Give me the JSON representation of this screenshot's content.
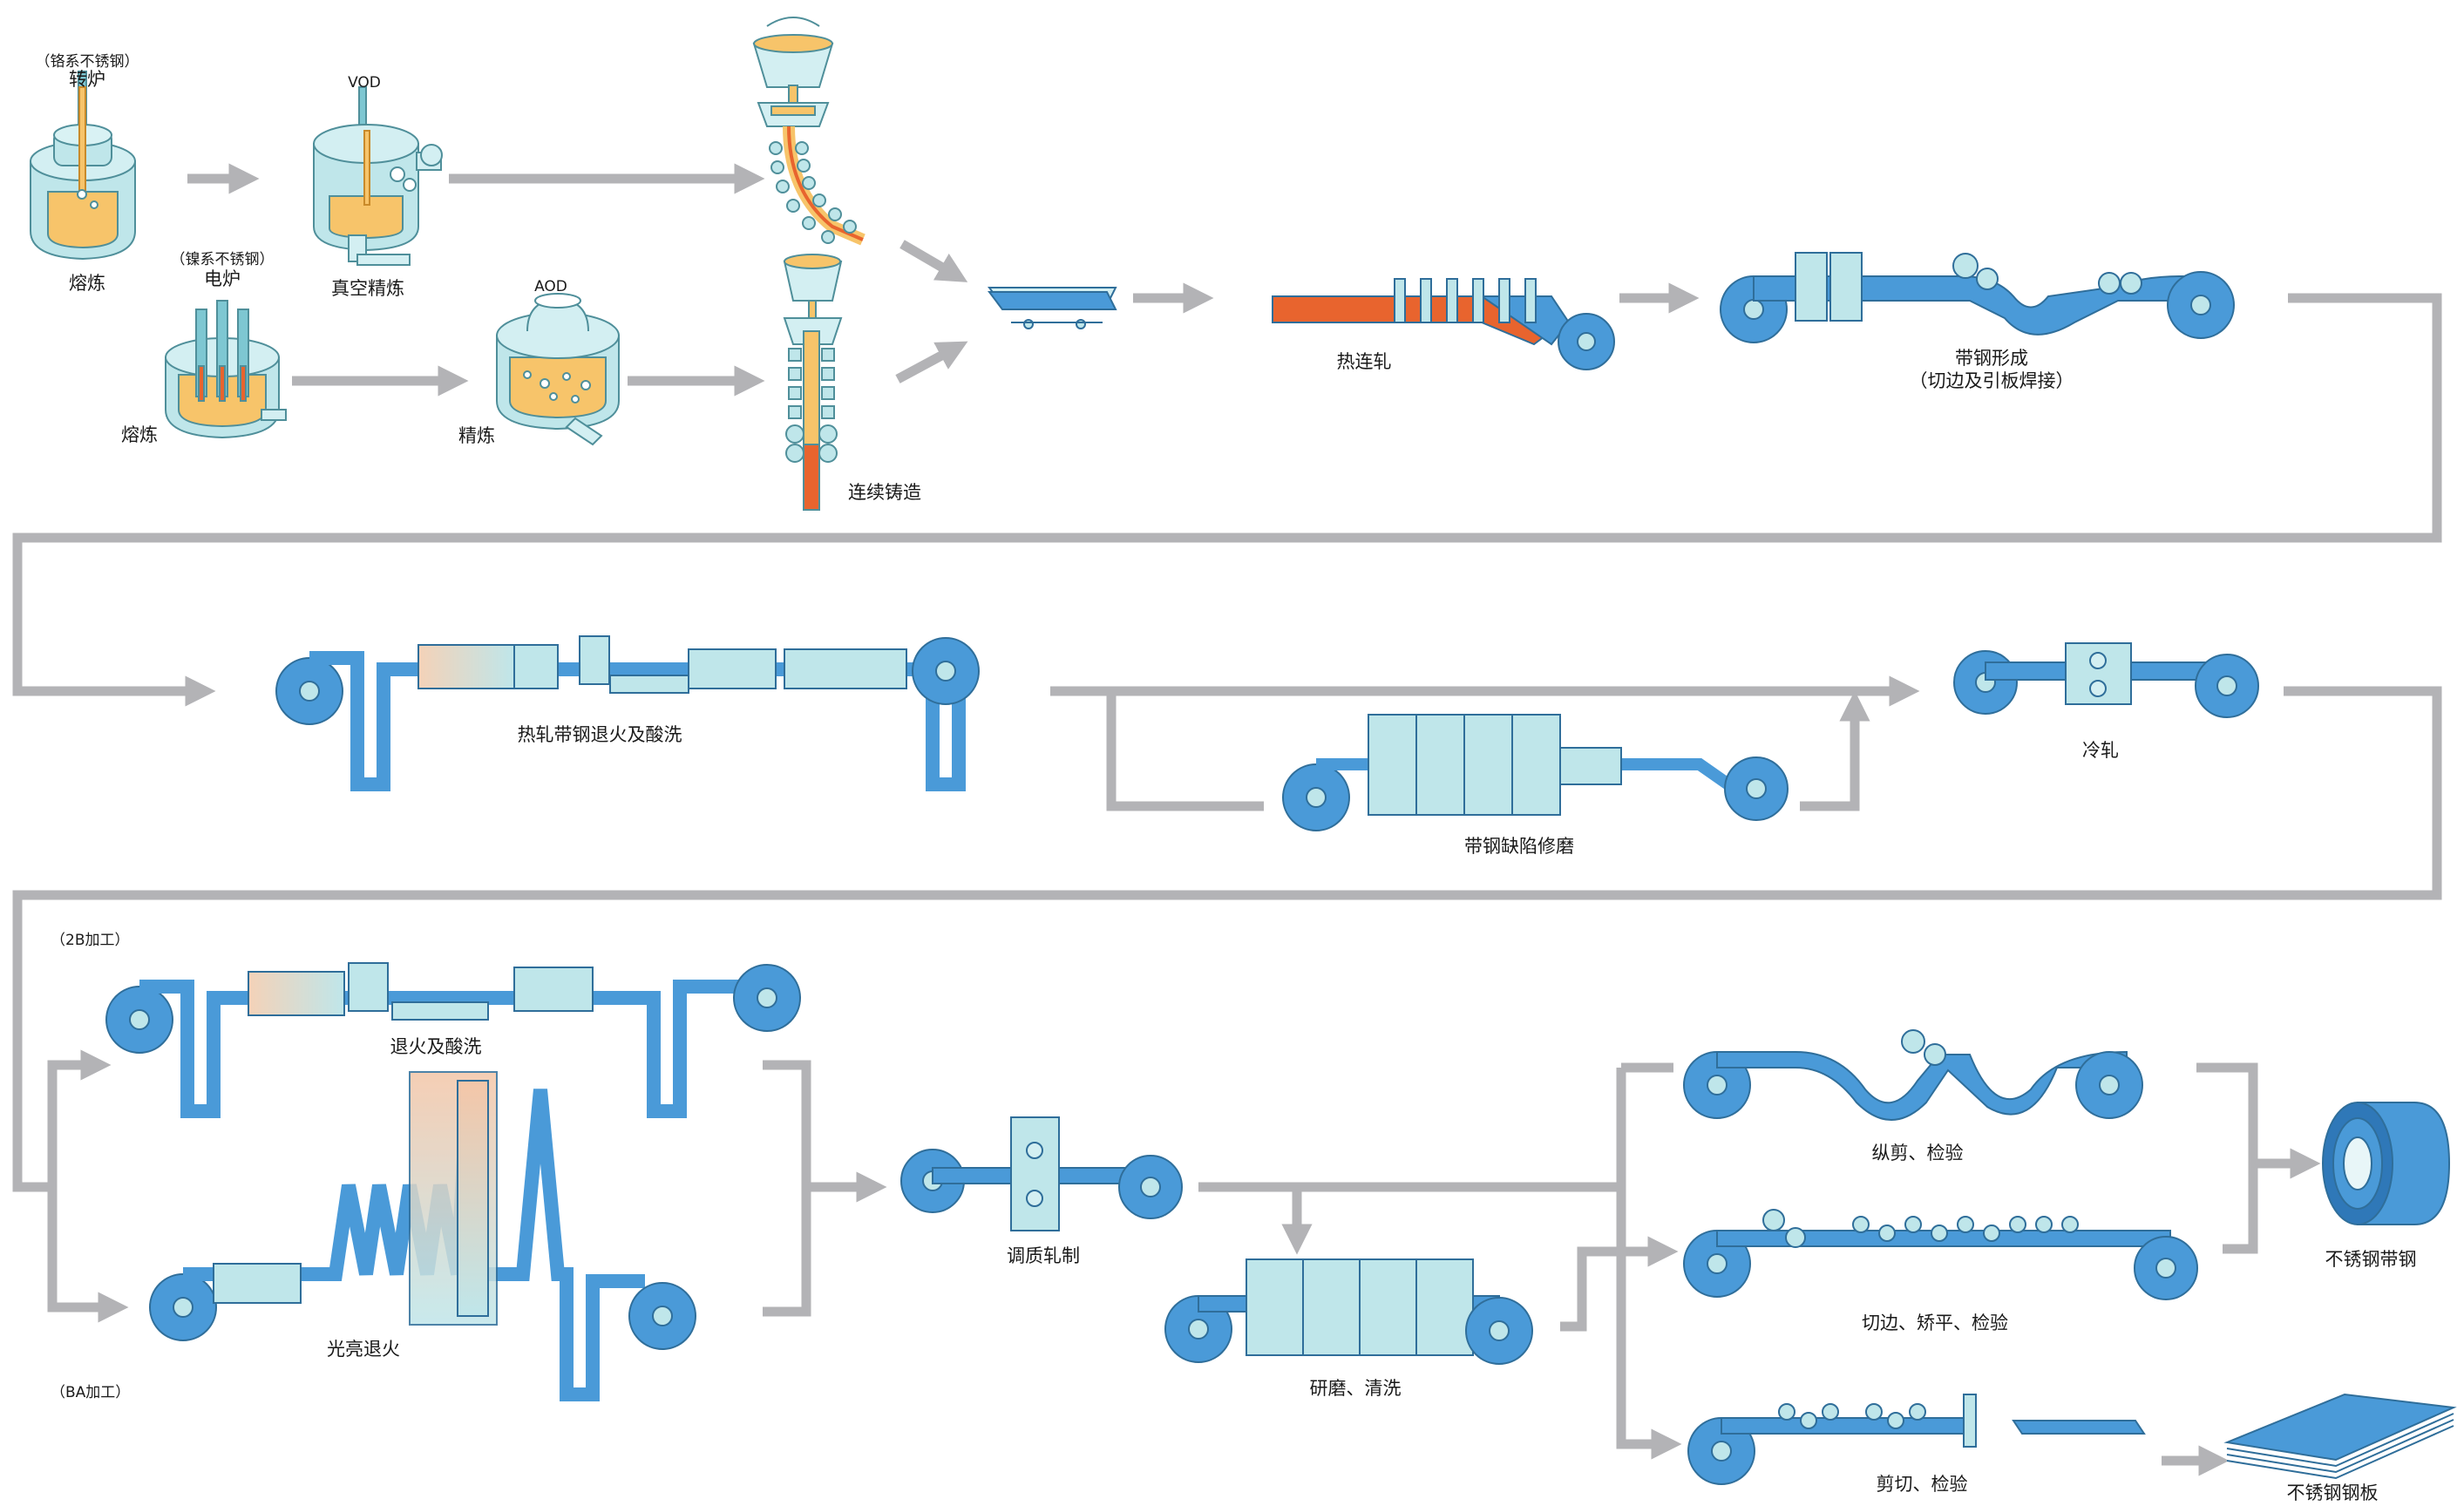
{
  "colors": {
    "strip": "#4a9ad8",
    "strip_dark": "#2f78b8",
    "equipment": "#bfe6ea",
    "equipment_stroke": "#4f8f9a",
    "molten": "#f7c46a",
    "hot": "#e8642e",
    "arrow": "#b3b3b6"
  },
  "labels": {
    "cr_prefix": "（铬系不锈钢）",
    "converter": "转炉",
    "smelting_1": "熔炼",
    "vod": "VOD",
    "vacuum_refine": "真空精炼",
    "ni_prefix": "（镍系不锈钢）",
    "electric_furnace": "电炉",
    "smelting_2": "熔炼",
    "aod": "AOD",
    "refine": "精炼",
    "continuous_casting": "连续铸造",
    "hot_rolling": "热连轧",
    "strip_forming": "带钢形成",
    "strip_forming_note": "（切边及引板焊接）",
    "hot_anneal_pickle": "热轧带钢退火及酸洗",
    "defect_grinding": "带钢缺陷修磨",
    "cold_rolling": "冷轧",
    "process_2b": "（2B加工）",
    "anneal_pickle": "退火及酸洗",
    "bright_anneal": "光亮退火",
    "process_ba": "（BA加工）",
    "temper_rolling": "调质轧制",
    "grind_clean": "研磨、清洗",
    "slitting_inspect": "纵剪、检验",
    "trim_level_inspect": "切边、矫平、检验",
    "cut_inspect": "剪切、检验",
    "product_strip": "不锈钢带钢",
    "product_sheet": "不锈钢钢板"
  },
  "icons": [
    "converter-icon",
    "vod-vessel-icon",
    "electric-furnace-icon",
    "aod-vessel-icon",
    "ladle-icon",
    "coil-icon",
    "roll-stand-icon",
    "sheet-stack-icon"
  ]
}
